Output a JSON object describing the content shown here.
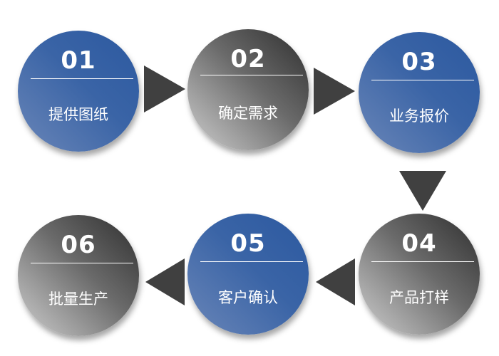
{
  "steps": [
    {
      "number": "01",
      "label": "提供图纸",
      "color": "#2c59a0"
    },
    {
      "number": "02",
      "label": "确定需求",
      "color": "#444444"
    },
    {
      "number": "03",
      "label": "业务报价",
      "color": "#2c59a0"
    },
    {
      "number": "04",
      "label": "产品打样",
      "color": "#444444"
    },
    {
      "number": "05",
      "label": "客户确认",
      "color": "#2c59a0"
    },
    {
      "number": "06",
      "label": "批量生产",
      "color": "#444444"
    }
  ]
}
